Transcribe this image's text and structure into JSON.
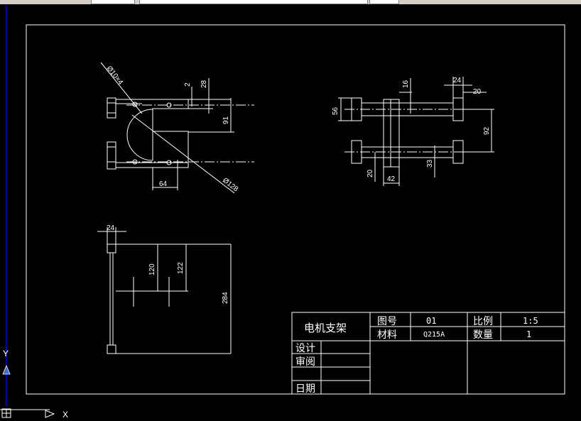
{
  "title_block": {
    "part_name": "电机支架",
    "drawing_no_label": "图号",
    "drawing_no_value": "01",
    "scale_label": "比例",
    "scale_value": "1:5",
    "material_label": "材料",
    "material_value": "Q215A",
    "quantity_label": "数量",
    "quantity_value": "1",
    "design_label": "设计",
    "review_label": "审阅",
    "date_label": "日期"
  },
  "dimensions": {
    "hole_note": "Ø10×4",
    "arc_diameter": "Ø128",
    "d2": "2",
    "d28": "28",
    "d91": "91",
    "d64": "64",
    "d16": "16",
    "d24_right": "24",
    "d20_top": "20",
    "d56": "56",
    "d92": "92",
    "d20_bottom": "20",
    "d42": "42",
    "d33": "33",
    "d24_left": "24",
    "d120": "120",
    "d122": "122",
    "d284": "284"
  },
  "ucs": {
    "y_label": "Y",
    "x_label": "X"
  },
  "colors": {
    "background": "#000000",
    "lines": "#ffffff",
    "ucs_axis": "#0000ff"
  }
}
